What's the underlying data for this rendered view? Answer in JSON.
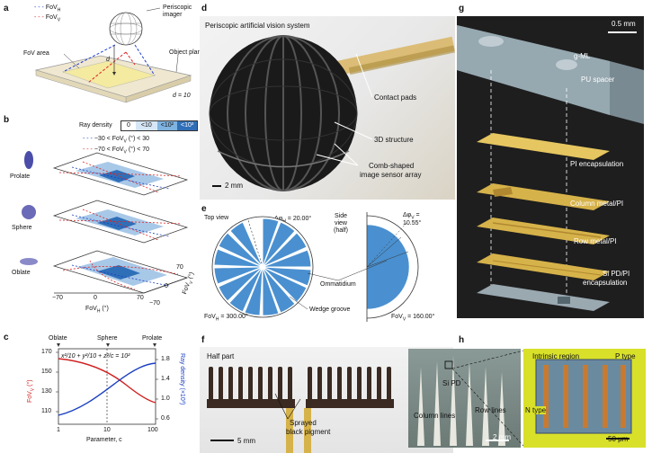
{
  "colors": {
    "fov_h": "#1f3fd0",
    "fov_v": "#e02020",
    "blue_fill": "#4a90d0",
    "red_line": "#d22",
    "blue_line": "#1a3fc0",
    "gold": "#d6b24a",
    "photo_dark": "#1a1a1a"
  },
  "panel_a": {
    "letter": "a",
    "legend_fov_h": "FoV",
    "legend_fov_h_sub": "H",
    "legend_fov_v": "FoV",
    "legend_fov_v_sub": "V",
    "periscopic_imager": "Periscopic imager",
    "fov_area": "FoV area",
    "object_plane": "Object plane",
    "d_symbol": "d",
    "d_value": "d = 10"
  },
  "panel_b": {
    "letter": "b",
    "ray_density": "Ray density",
    "scale": [
      "0",
      "<10",
      "<10²",
      "<10³"
    ],
    "legend_blue": "−30 < FoV",
    "legend_blue_sub": "V",
    "legend_blue_tail": " (°) < 30",
    "legend_red": "−70 < FoV",
    "legend_red_sub": "V",
    "legend_red_tail": " (°) < 70",
    "shapes": [
      "Prolate",
      "Sphere",
      "Oblate"
    ],
    "axis_h_label": "FoV",
    "axis_h_sub": "H",
    "axis_h_unit": " (°)",
    "axis_v_label": "FoV",
    "axis_v_sub": "V",
    "axis_v_unit": " (°)",
    "ticks_h": [
      "−70",
      "0",
      "70"
    ],
    "ticks_v": [
      "70",
      "0",
      "−70"
    ]
  },
  "panel_c": {
    "letter": "c",
    "top_labels": [
      "Oblate",
      "Sphere",
      "Prolate"
    ],
    "equation": "x²/10 + y²/10 + z²/c = 10²",
    "ylabel_left": "FoV",
    "ylabel_left_sub": "V",
    "ylabel_left_unit": " (°)",
    "ylabel_right": "Ray density (×10³)",
    "xlabel": "Parameter, c",
    "xticks": [
      "1",
      "10",
      "100"
    ],
    "yticks_left": [
      "110",
      "130",
      "150",
      "170"
    ],
    "yticks_right": [
      "0.6",
      "1.0",
      "1.4",
      "1.8"
    ]
  },
  "panel_d": {
    "letter": "d",
    "title": "Periscopic artificial vision system",
    "contact_pads": "Contact pads",
    "structure_3d": "3D structure",
    "comb_line1": "Comb-shaped",
    "comb_line2": "image sensor array",
    "scale": "2 mm"
  },
  "panel_e": {
    "letter": "e",
    "top_view": "Top view",
    "side_view_line1": "Side",
    "side_view_line2": "view",
    "side_view_line3": "(half)",
    "delta_h": "Δφ",
    "delta_h_sub": "H",
    "delta_h_val": " = 20.00°",
    "delta_v": "Δφ",
    "delta_v_sub": "V",
    "delta_v_val": " =",
    "delta_v_val2": "10.55°",
    "ommatidium": "Ommatidium",
    "wedge": "Wedge groove",
    "fov_h": "FoV",
    "fov_h_sub": "H",
    "fov_h_val": " = 300.00°",
    "fov_v": "FoV",
    "fov_v_sub": "V",
    "fov_v_val": " = 160.00°"
  },
  "panel_f": {
    "letter": "f",
    "half_part": "Half part",
    "sprayed_line1": "Sprayed",
    "sprayed_line2": "black pigment",
    "scale": "5 mm"
  },
  "panel_g": {
    "letter": "g",
    "scale": "0.5 mm",
    "gml": "g-ML",
    "pu": "PU spacer",
    "pi_enc": "PI encapsulation",
    "col": "Column metal/PI",
    "row": "Row metal/PI",
    "sipd_line1": "Si PD/PI",
    "sipd_line2": "encapsulation"
  },
  "panel_h": {
    "letter": "h",
    "si_pd": "Si PD",
    "column_lines": "Column lines",
    "row_lines": "Row lines",
    "scale_left": "2 mm",
    "intrinsic": "Intrinsic region",
    "p_type": "P type",
    "n_type": "N type",
    "scale_right": "50 μm"
  }
}
